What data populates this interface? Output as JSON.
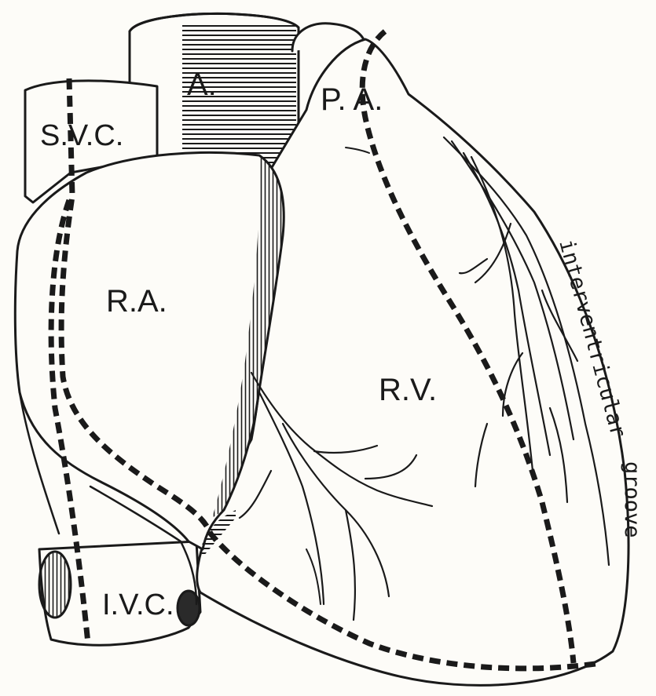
{
  "labels": {
    "svc": "S.V.C.",
    "aorta": "A.",
    "pa": "P. A.",
    "ra": "R.A.",
    "rv": "R.V.",
    "ivc": "I.V.C.",
    "interventricular": "interventricular",
    "groove": "groove"
  },
  "colors": {
    "ink": "#1a1a1a",
    "paper": "#fdfcf8"
  }
}
